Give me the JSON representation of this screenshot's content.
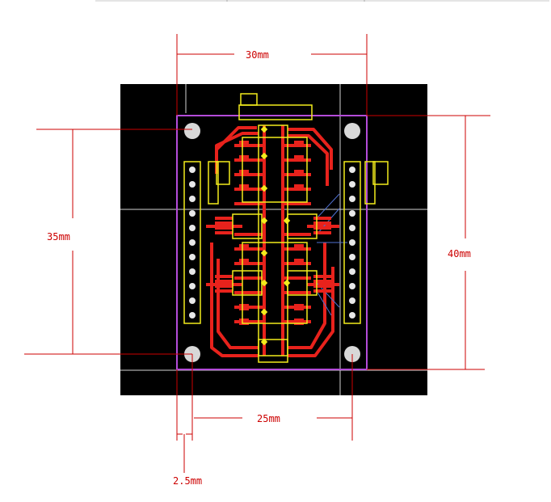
{
  "dimensions": {
    "top_width": "30mm",
    "left_height": "35mm",
    "right_height": "40mm",
    "bottom_width": "25mm",
    "hole_offset": "2.5mm"
  },
  "colors": {
    "board": "#000000",
    "outline": "#b44cd9",
    "trace": "#e8221c",
    "silkscreen": "#f2ec1c",
    "pad": "#f0f0f0",
    "dimension": "#cc0000",
    "guide": "#d8d8d8",
    "thin_trace": "#5070d0"
  }
}
